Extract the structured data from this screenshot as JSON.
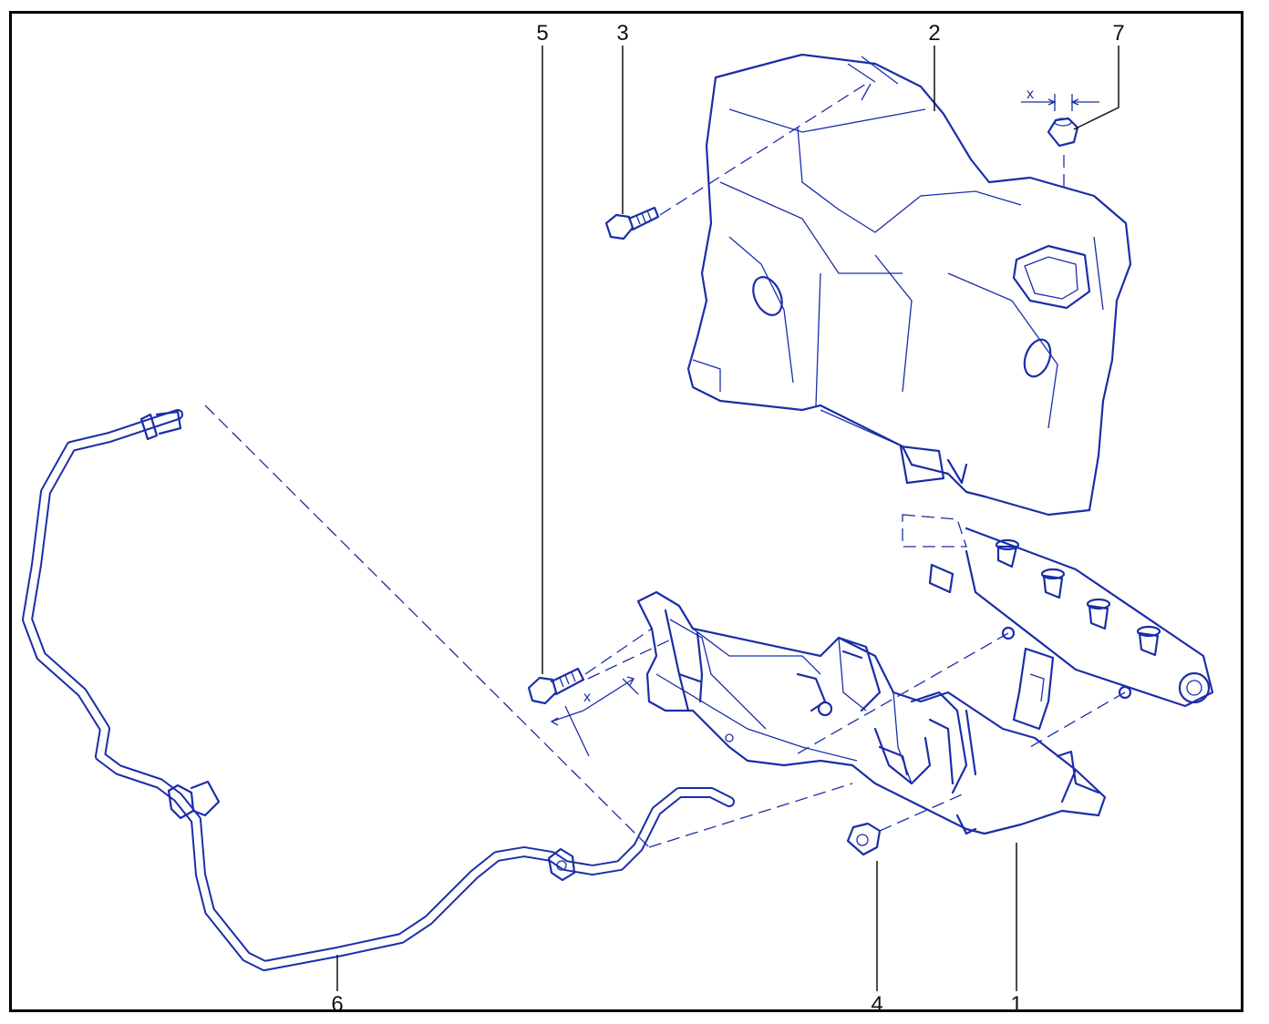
{
  "callouts": {
    "c1": "1",
    "c2": "2",
    "c3": "3",
    "c4": "4",
    "c5": "5",
    "c6": "6",
    "c7": "7"
  },
  "dimension_labels": {
    "x_top": "x",
    "x_bolt": "x"
  },
  "colors": {
    "line": "#1a2ea8",
    "text": "#111111",
    "frame": "#000000"
  }
}
